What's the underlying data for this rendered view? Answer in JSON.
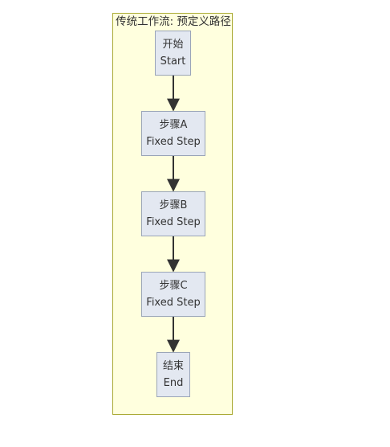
{
  "diagram": {
    "cluster_title": "传统工作流: 预定义路径",
    "nodes": [
      {
        "id": "start",
        "line1": "开始",
        "line2": "Start"
      },
      {
        "id": "step-a",
        "line1": "步骤A",
        "line2": "Fixed Step"
      },
      {
        "id": "step-b",
        "line1": "步骤B",
        "line2": "Fixed Step"
      },
      {
        "id": "step-c",
        "line1": "步骤C",
        "line2": "Fixed Step"
      },
      {
        "id": "end",
        "line1": "结束",
        "line2": "End"
      }
    ],
    "edges": [
      {
        "from": "start",
        "to": "step-a"
      },
      {
        "from": "step-a",
        "to": "step-b"
      },
      {
        "from": "step-b",
        "to": "step-c"
      },
      {
        "from": "step-c",
        "to": "end"
      }
    ],
    "colors": {
      "cluster_fill": "#ffffde",
      "cluster_border": "#aaaa33",
      "node_fill": "#e3e8f1",
      "node_border": "#9aa5b8",
      "edge": "#333333"
    }
  }
}
